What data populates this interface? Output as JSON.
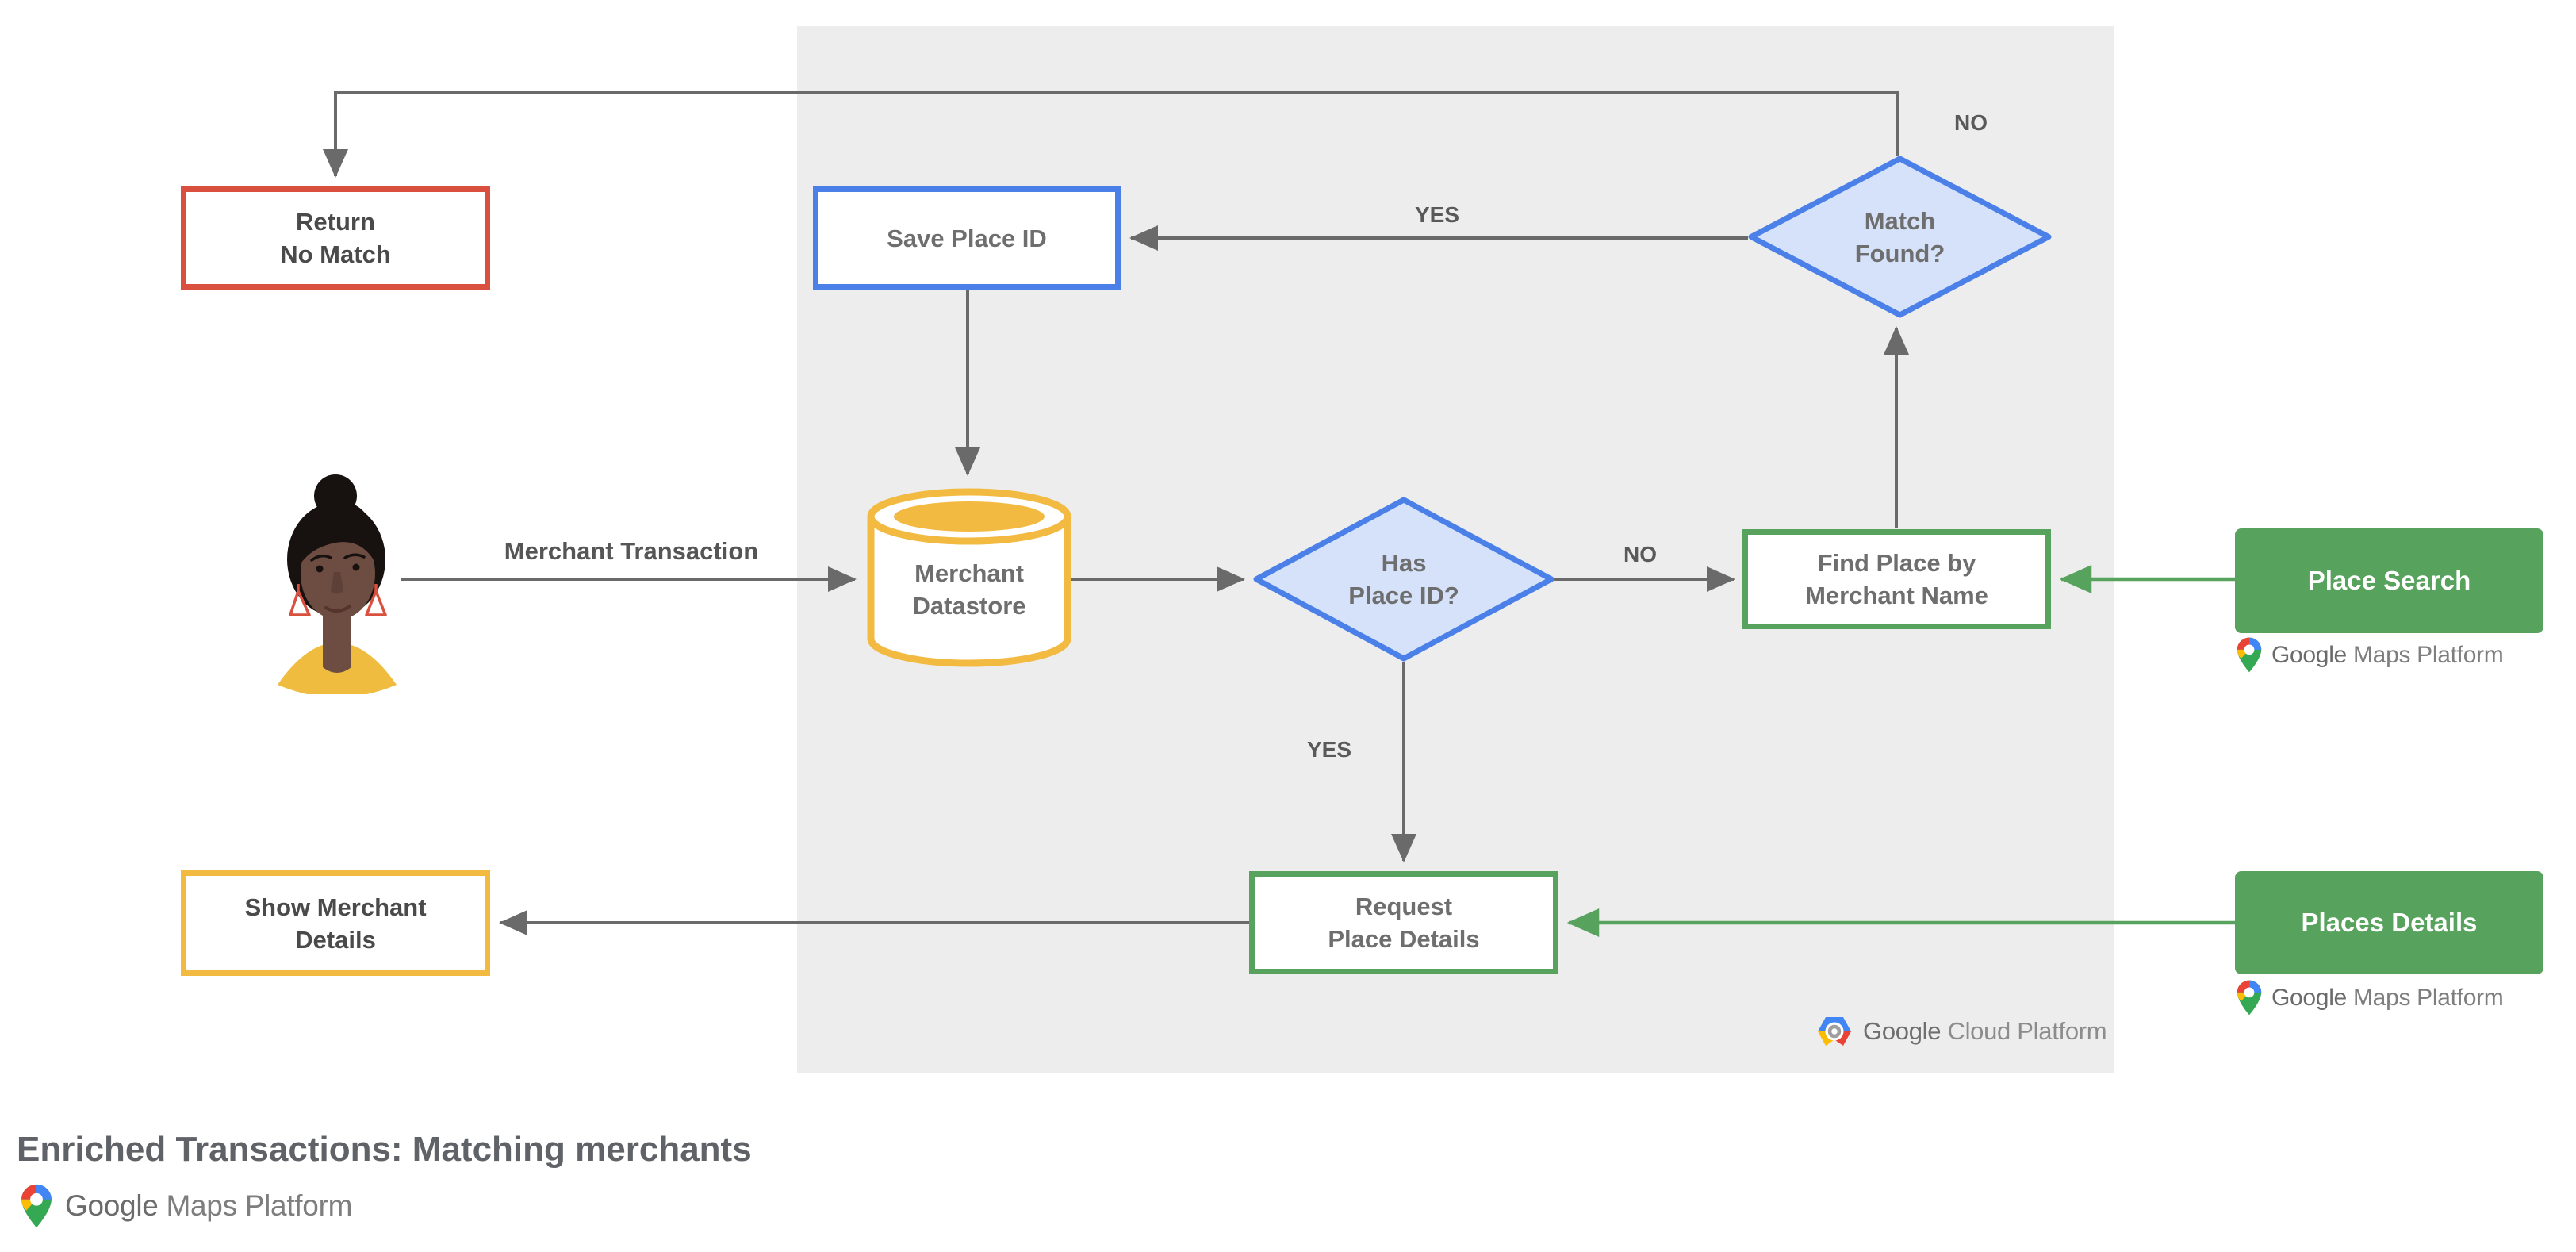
{
  "title": "Enriched Transactions: Matching merchants",
  "nodes": {
    "return_no_match": "Return\nNo Match",
    "save_place_id": "Save Place ID",
    "match_found": "Match\nFound?",
    "merchant_datastore": "Merchant\nDatastore",
    "has_place_id": "Has\nPlace ID?",
    "find_place_by_merchant_name": "Find Place by\nMerchant Name",
    "request_place_details": "Request\nPlace Details",
    "show_merchant_details": "Show Merchant\nDetails",
    "place_search": "Place Search",
    "places_details": "Places Details"
  },
  "edge_labels": {
    "match_found_no": "NO",
    "match_found_yes": "YES",
    "has_place_id_no": "NO",
    "has_place_id_yes": "YES",
    "merchant_transaction": "Merchant Transaction"
  },
  "branding": {
    "google_maps_platform": {
      "google": "Google",
      "rest": " Maps Platform"
    },
    "google_cloud_platform": {
      "google": "Google",
      "rest": " Cloud Platform"
    }
  },
  "colors": {
    "red_outline": "#D9503F",
    "blue_outline": "#4A80E8",
    "blue_diamond_fill": "#D6E2FA",
    "yellow_outline": "#F3BA42",
    "green": "#57A25C",
    "connector_gray": "#6A6A6A",
    "panel_background": "#EDEDED",
    "title_gray": "#5F6368"
  }
}
